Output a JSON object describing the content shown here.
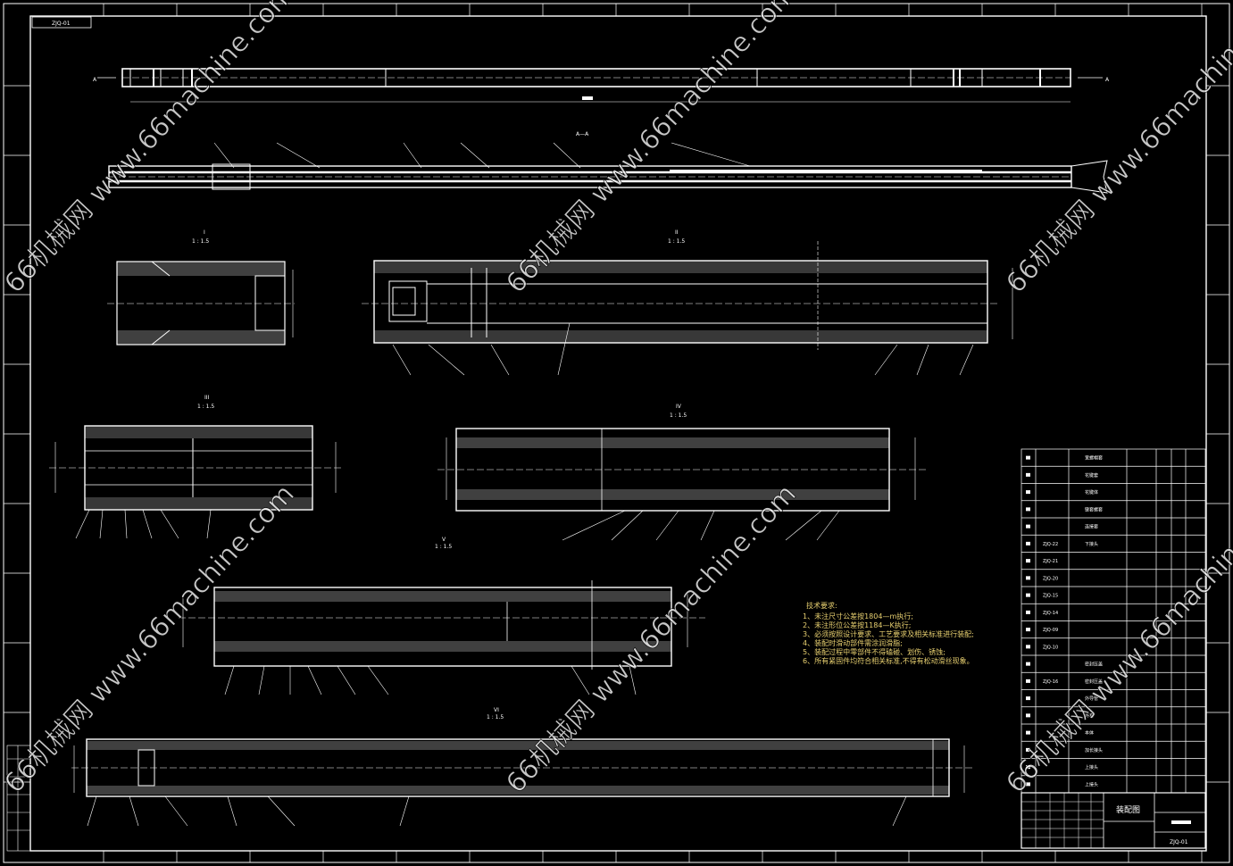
{
  "drawing": {
    "code_top": "ZJQ-01",
    "code_bottom": "ZJQ-01",
    "title_block_title": "装配图",
    "section_label": "A—A",
    "view_label_a": "A",
    "scale_label": "1 : 1.5",
    "detail_labels": [
      "I",
      "II",
      "III",
      "IV",
      "V",
      "VI"
    ]
  },
  "technical_requirements": {
    "heading": "技术要求:",
    "lines": [
      "1、未注尺寸公差按1804—m执行;",
      "2、未注形位公差按1184—K执行;",
      "3、必须按照设计要求、工艺要求及相关标准进行装配;",
      "4、装配时滑动部件需涂润滑脂;",
      "5、装配过程中零部件不得磕碰、划伤、锈蚀;",
      "6、所有紧固件均符合相关标准,不得有松动滑丝现象。"
    ]
  },
  "parts_list": {
    "names": [
      "宽螺帽套",
      "花键套",
      "花键体",
      "键套螺套",
      "连接套",
      "下接头",
      "",
      "",
      "",
      "",
      "",
      "",
      "密封压盖",
      "密封压盖",
      "外导管",
      "外套",
      "本体",
      "加长接头",
      "上接头",
      "上接头"
    ],
    "codes": [
      "",
      "",
      "",
      "",
      "",
      "ZJQ-22",
      "ZJQ-21",
      "ZJQ-20",
      "ZJQ-15",
      "ZJQ-14",
      "ZJQ-09",
      "ZJQ-10",
      "",
      "ZJQ-16",
      "",
      "",
      "",
      "",
      "",
      ""
    ]
  },
  "watermarks": [
    "66机械网 www.66machine.com",
    "66机械网 www.66machine.com",
    "66机械网 www.66machine.com",
    "66机械网 www.66machine.com",
    "66机械网 www.66machine.com",
    "66机械网 www.66machine.com"
  ],
  "colors": {
    "background": "#000000",
    "lines": "#ffffff",
    "notes": "#e8d070"
  }
}
